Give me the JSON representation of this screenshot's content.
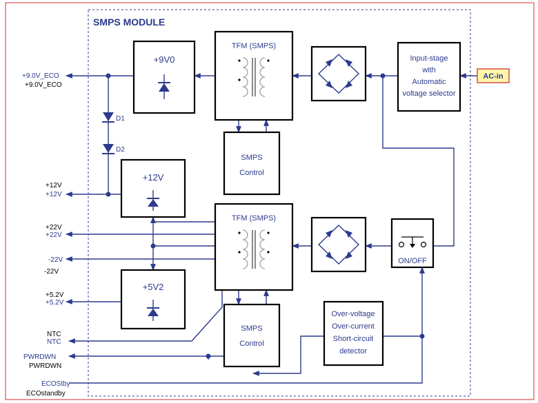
{
  "module_title": "SMPS MODULE",
  "blocks": {
    "reg_9v0": "+9V0",
    "reg_12v": "+12V",
    "reg_5v2": "+5V2",
    "tfm_top": "TFM (SMPS)",
    "tfm_bottom": "TFM (SMPS)",
    "ctrl_top": [
      "SMPS",
      "Control"
    ],
    "ctrl_bottom": [
      "SMPS",
      "Control"
    ],
    "input_stage": [
      "Input-stage",
      "with",
      "Automatic",
      "voltage selector"
    ],
    "onoff": "ON/OFF",
    "protection": [
      "Over-voltage",
      "Over-current",
      "Short-circuit",
      "detector"
    ],
    "ac_in": "AC-in"
  },
  "diodes": {
    "d1": "D1",
    "d2": "D2"
  },
  "signals": {
    "v9_blue": "+9.0V_ECO",
    "v9_black": "+9.0V_ECO",
    "v12_black": "+12V",
    "v12_blue": "+12V",
    "v22p_black": "+22V",
    "v22p_blue": "+22V",
    "v22n_blue": "-22V",
    "v22n_black": "-22V",
    "v52_black": "+5.2V",
    "v52_blue": "+5.2V",
    "ntc_black": "NTC",
    "ntc_blue": "NTC",
    "pwrdwn_blue": "PWRDWN",
    "pwrdwn_black": "PWRDWN",
    "ecostby_blue": "ECOStby",
    "ecostby_black": "ECOstandby"
  },
  "colors": {
    "wire": "#2b3a8c",
    "outer_border": "#e05050",
    "ac_in_fill": "#fff6a8",
    "ac_in_border": "#d04040"
  }
}
